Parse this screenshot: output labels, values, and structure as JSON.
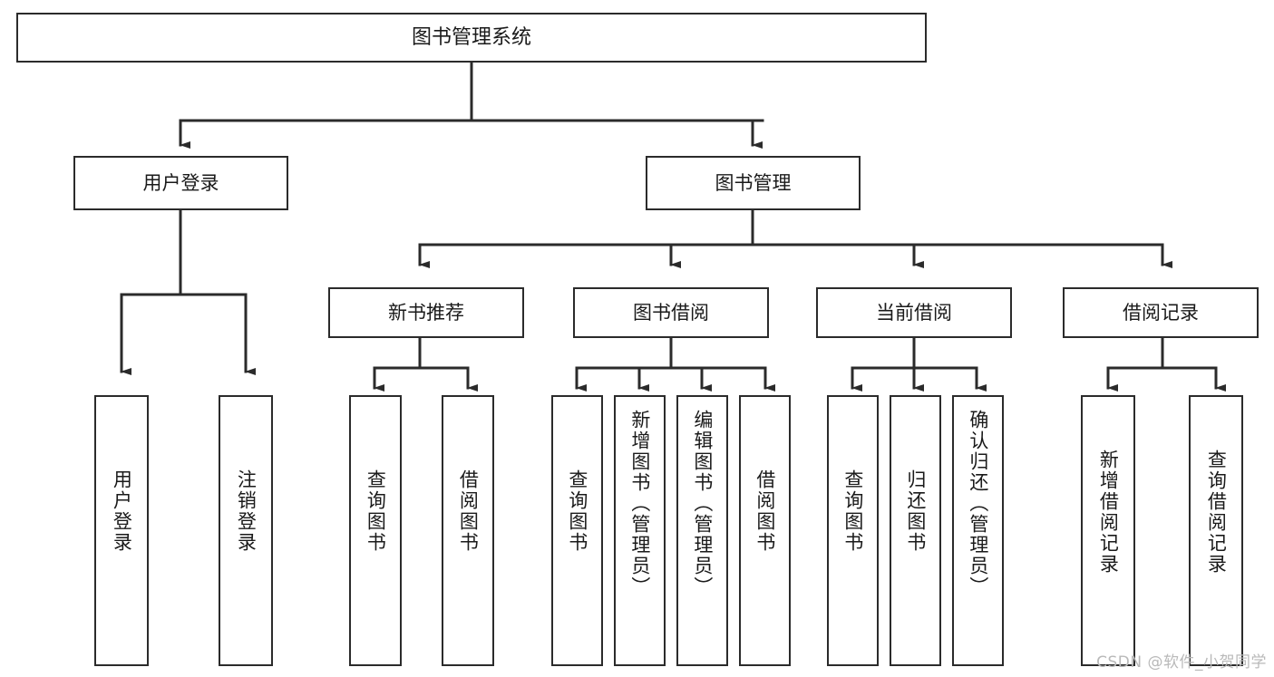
{
  "diagram": {
    "title": "图书管理系统",
    "type": "tree",
    "colors": {
      "box_border": "#2b2b2b",
      "box_fill": "#ffffff",
      "edge": "#2b2b2b",
      "background": "#ffffff",
      "watermark": "#b9b9b9"
    },
    "nodes": {
      "root": {
        "label": "图书管理系统"
      },
      "level2": [
        {
          "id": "user-login",
          "label": "用户登录"
        },
        {
          "id": "book-manage",
          "label": "图书管理"
        }
      ],
      "level3": [
        {
          "id": "new-book-recommend",
          "label": "新书推荐"
        },
        {
          "id": "book-borrow",
          "label": "图书借阅"
        },
        {
          "id": "current-borrow",
          "label": "当前借阅"
        },
        {
          "id": "borrow-record",
          "label": "借阅记录"
        }
      ],
      "leaves": {
        "user_login": [
          {
            "id": "leaf-user-login",
            "label": "用户登录"
          },
          {
            "id": "leaf-logout",
            "label": "注销登录"
          }
        ],
        "new_book_recommend": [
          {
            "id": "leaf-query-book-1",
            "label": "查询图书"
          },
          {
            "id": "leaf-borrow-book-1",
            "label": "借阅图书"
          }
        ],
        "book_borrow": [
          {
            "id": "leaf-query-book-2",
            "label": "查询图书"
          },
          {
            "id": "leaf-add-book",
            "label": "新增图书（管理员）"
          },
          {
            "id": "leaf-edit-book",
            "label": "编辑图书（管理员）"
          },
          {
            "id": "leaf-borrow-book-2",
            "label": "借阅图书"
          }
        ],
        "current_borrow": [
          {
            "id": "leaf-query-book-3",
            "label": "查询图书"
          },
          {
            "id": "leaf-return-book",
            "label": "归还图书"
          },
          {
            "id": "leaf-confirm-return",
            "label": "确认归还（管理员）"
          }
        ],
        "borrow_record": [
          {
            "id": "leaf-add-record",
            "label": "新增借阅记录"
          },
          {
            "id": "leaf-query-record",
            "label": "查询借阅记录"
          }
        ]
      }
    }
  },
  "watermark": {
    "text": "CSDN @软件_小贺同学"
  }
}
